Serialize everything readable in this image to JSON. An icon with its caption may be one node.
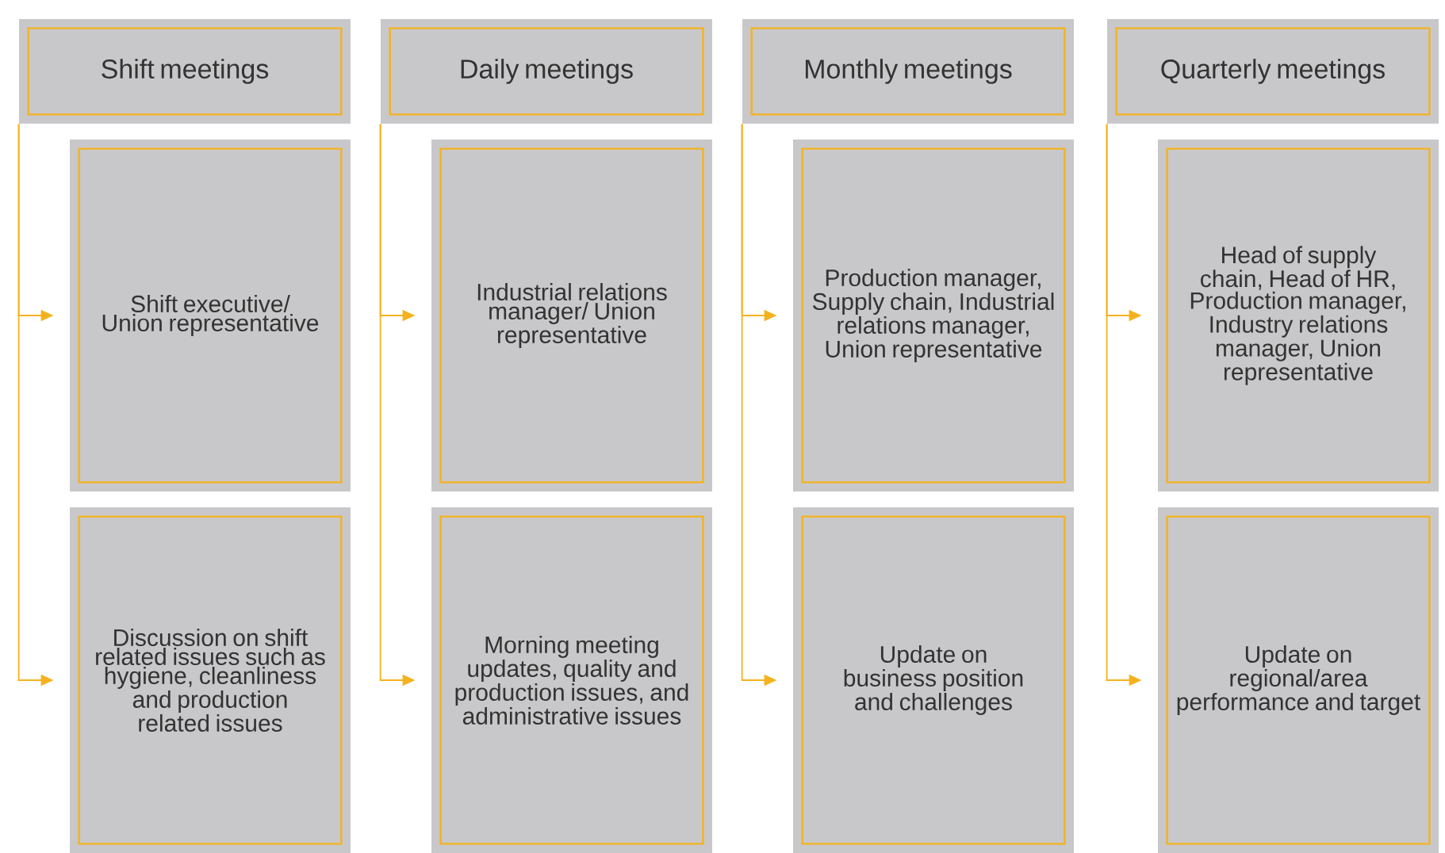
{
  "diagram": {
    "nodes": [
      {
        "text": [
          "Shift meetings"
        ]
      },
      {
        "text": [
          "Daily meetings"
        ]
      },
      {
        "text": [
          "Monthly meetings"
        ]
      },
      {
        "text": [
          "Quarterly meetings"
        ]
      },
      {
        "text": [
          "Shift executive/ Union representative"
        ]
      },
      {
        "text": [
          "Industrial relations manager/ Union representative"
        ]
      },
      {
        "text": [
          "Production manager, Supply chain, Industrial relations manager, Union representative"
        ]
      },
      {
        "text": [
          "Head of supply chain, Head of HR, Production manager, Industry relations manager, Union representative"
        ]
      },
      {
        "text": [
          "Discussion on shift related issues such as hygiene, cleanliness and production related issues"
        ]
      },
      {
        "text": [
          "Morning meeting updates, quality and production issues, and administrative issues"
        ]
      },
      {
        "text": [
          "Update on business position and challenges"
        ]
      },
      {
        "text": [
          "Update on regional/area performance and target"
        ]
      }
    ],
    "edges": [
      {
        "from": 0,
        "to": 4,
        "arrow": "to"
      },
      {
        "from": 0,
        "to": 8,
        "arrow": "to"
      },
      {
        "from": 1,
        "to": 5,
        "arrow": "to"
      },
      {
        "from": 1,
        "to": 9,
        "arrow": "to"
      },
      {
        "from": 2,
        "to": 6,
        "arrow": "to"
      },
      {
        "from": 2,
        "to": 10,
        "arrow": "to"
      },
      {
        "from": 3,
        "to": 7,
        "arrow": "to"
      },
      {
        "from": 3,
        "to": 11,
        "arrow": "to"
      }
    ]
  }
}
